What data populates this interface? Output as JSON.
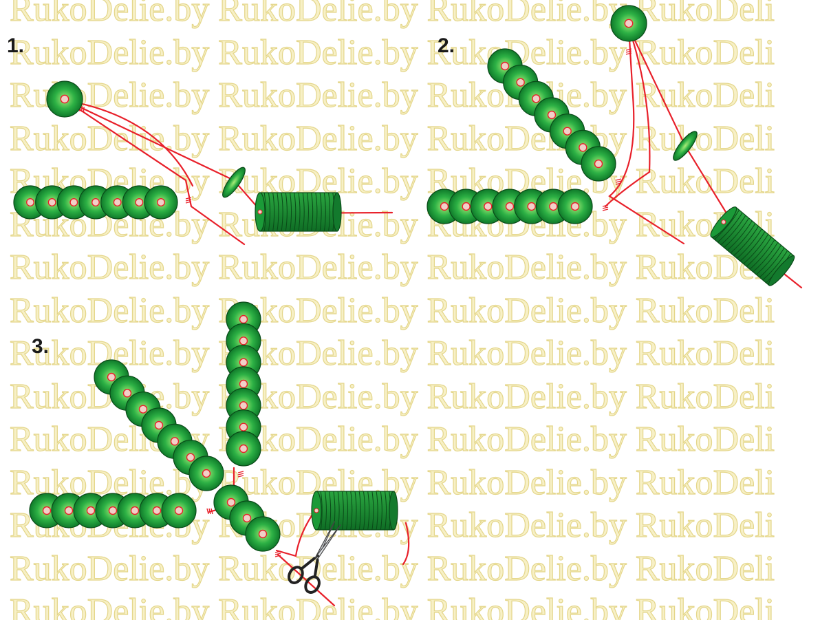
{
  "watermark": {
    "text": "RukoDelie.by RukoDelie.by RukoDelie.by RukoDeli",
    "color": "#e4d68a"
  },
  "steps": [
    {
      "label": "1."
    },
    {
      "label": "2."
    },
    {
      "label": "3."
    }
  ],
  "colors": {
    "bead_dark": "#0e7a2a",
    "bead_mid": "#1fa83a",
    "bead_light": "#8fe06a",
    "thread": "#e8202a",
    "hole": "#f2d0c8",
    "spool": "#1f8a35",
    "outline": "#0a4a18"
  },
  "icons": [
    "scissors-icon",
    "spool-icon",
    "bead-icon"
  ]
}
